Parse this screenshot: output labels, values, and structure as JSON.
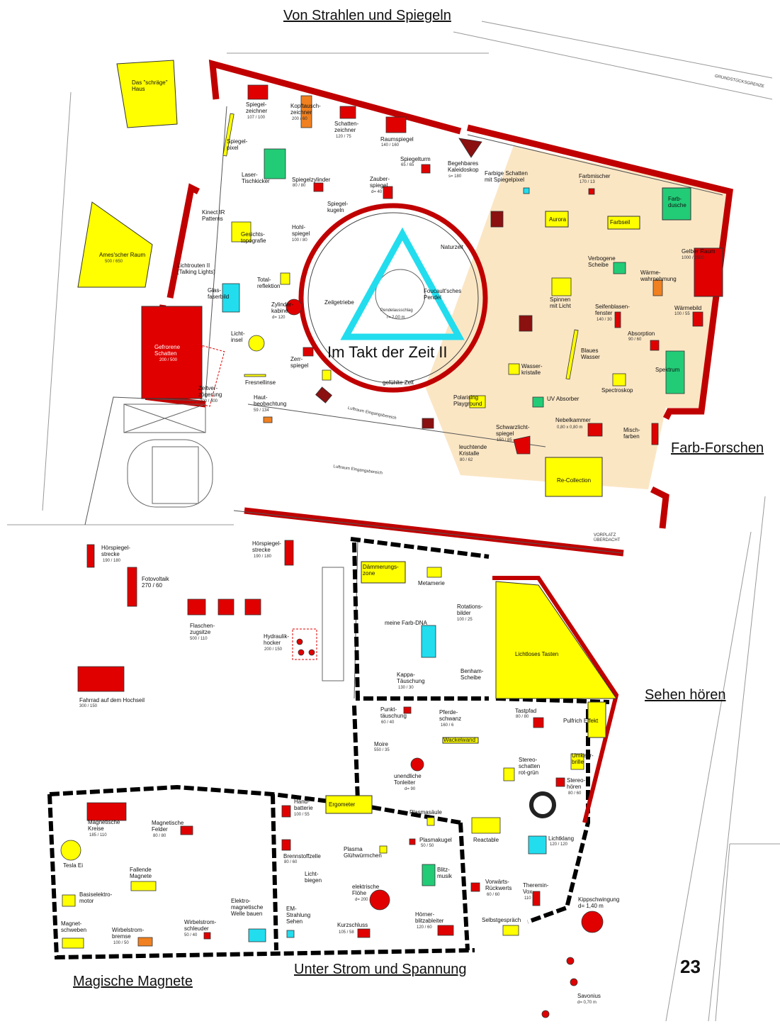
{
  "zones": {
    "strahlen": "Von Strahlen und Spiegeln",
    "farb": "Farb-Forschen",
    "sehen": "Sehen hören",
    "strom": "Unter Strom und Spannung",
    "magnete": "Magische Magnete",
    "takt": "Im Takt der Zeit II",
    "page": "23"
  },
  "rooms": {
    "schraege": "Das \"schräge\"\nHaus",
    "ames": "Ames'scher Raum",
    "ames_dim": "500 / 650",
    "gefrorene": "Gefrorene\nSchatten",
    "gefrorene_dim": "200 / 500",
    "lichtlos": "Lichtloses Tasten",
    "recollection": "Re-Collection",
    "farbdusche": "Farb-\ndusche",
    "farbseil": "Farbseil",
    "aurora": "Aurora",
    "gelber": "Gelber Raum",
    "gelber_dim": "1000 / 2500",
    "ergometer": "Ergometer",
    "daemmerung": "Dämmerungs-\nzone",
    "wackelwand": "Wackelwand"
  },
  "labels": {
    "spiegelzeichner": "Spiegel-\nzeichner",
    "spiegelzeichner_d": "107 / 100",
    "kopftausch": "Kopftausch-\nzeichner",
    "kopftausch_d": "200 / 60",
    "schattenzeichner": "Schatten-\nzeichner",
    "schattenzeichner_d": "120 / 75",
    "raumspiegel": "Raumspiegel",
    "raumspiegel_d": "140 / 160",
    "spiegelturm": "Spiegelturm",
    "spiegelturm_d": "65 / 65",
    "kaleidoskop": "Begehbares\nKaleidoskop",
    "kaleidoskop_d": "s= 180",
    "spiegelpixel": "Spiegel-\npixel",
    "laser": "Laser-\nTischkicker",
    "spiegelzylinder": "Spiegelzylinder",
    "spiegelzylinder_d": "80 / 80",
    "zauberspiegel": "Zauber-\nspiegel",
    "zauberspiegel_d": "d= 40",
    "spiegelkugeln": "Spiegel-\nkugeln",
    "kinect": "Kinect IR\nPatterns",
    "gesichts": "Gesichts-\ntopografie",
    "hohlspiegel": "Hohl-\nspiegel",
    "hohlspiegel_d": "100 / 80",
    "lichtrouten": "Lichtrouten II\n(Talking Lights)",
    "total": "Total-\nreflektion",
    "glas": "Glas-\nfaserbild",
    "zylinderkabine": "Zylinder-\nkabine",
    "zylinderkabine_d": "d= 120",
    "lichtinsel": "Licht-\ninsel",
    "zerrspiegel": "Zerr-\nspiegel",
    "fresnel": "Fresnellinse",
    "zeitverz": "Zeitver-\nzögerung",
    "zeitverz_d": "200 / 400",
    "haut": "Haut-\nbeobachtung",
    "haut_d": "59 / 134",
    "zeilgetriebe": "Zeilgetriebe",
    "foucault": "Foucault'sches\nPendel",
    "pendel": "Pendelausschlag",
    "pendel_d": "r= 2,00 m",
    "naturzeit": "Naturzeit",
    "gefuehlte": "gefühlte Zeit",
    "luftraum": "Luftraum Eingangsbereich",
    "luftraum2": "Luftraum Eingangsbereich",
    "farbige": "Farbige Schatten\nmit Spiegelpixel",
    "farbmischer": "Farbmischer",
    "farbmischer_d": "170 / 13",
    "verbogene": "Verbogene\nScheibe",
    "waerme": "Wärme-\nwahrnehmung",
    "spinnen": "Spinnen\nmit Licht",
    "seifen": "Seifenblasen-\nfenster",
    "seifen_d": "140 / 30",
    "waermebild": "Wärmebild",
    "waermebild_d": "100 / 55",
    "absorption": "Absorption",
    "absorption_d": "90 / 60",
    "blaues": "Blaues\nWasser",
    "spektrum": "Spektrum",
    "wasser": "Wasser-\nkristalle",
    "spectroskop": "Spectroskop",
    "uv": "UV Absorber",
    "polarising": "Polarising\nPlayground",
    "nebel": "Nebelkammer",
    "nebel_d": "0,80 x 0,80 m",
    "schwarz": "Schwarzlicht-\nspiegel",
    "schwarz_d": "150 / 85",
    "leuchtende": "leuchtende\nKristalle",
    "leuchtende_d": "80 / 62",
    "misch": "Misch-\nfarben",
    "hoer1": "Hörspiegel-\nstrecke",
    "hoer1_d": "190 / 180",
    "hoer2": "Hörspiegel-\nstrecke",
    "hoer2_d": "190 / 180",
    "foto": "Fotovoltaik\n270 / 60",
    "flaschen": "Flaschen-\nzugsitze",
    "flaschen_d": "500 / 110",
    "hydraulik": "Hydraulik-\nhocker",
    "hydraulik_d": "200 / 150",
    "fahrrad": "Fahrrad auf dem Hochseil",
    "fahrrad_d": "300 / 150",
    "metamerie": "Metamerie",
    "rotations": "Rotations-\nbilder",
    "rotations_d": "100 / 25",
    "farbdna": "meine Farb-DNA",
    "kappa": "Kappa-\nTäuschung",
    "kappa_d": "130 / 30",
    "benham": "Benham-\nScheibe",
    "punkt": "Punkt-\ntäuschung",
    "punkt_d": "60 / 40",
    "pferde": "Pferde-\nschwanz",
    "pferde_d": "160 / 6",
    "tastpfad": "Tastpfad",
    "tastpfad_d": "80 / 80",
    "pulfrich": "Pulfrich Effekt",
    "moire": "Moire",
    "moire_d": "550 / 35",
    "tonleiter": "unendliche\nTonleiter",
    "tonleiter_d": "d= 90",
    "stereoschatten": "Stereo-\nschatten\nrot-grün",
    "umkehr": "Umkehr-\nbrille",
    "stereohoeren": "Stereo-\nhören",
    "stereohoeren_d": "80 / 60",
    "magkreise": "Magnetische\nKreise",
    "magkreise_d": "185 / 110",
    "magfelder": "Magnetische\nFelder",
    "magfelder_d": "80 / 80",
    "handbatterie": "Hand-\nbatterie",
    "handbatterie_d": "100 / 55",
    "plasmasaeule": "Plasmasäule",
    "plasmakugel": "Plasmakugel",
    "plasmakugel_d": "50 / 50",
    "reactable": "Reactable",
    "lichtklang": "Lichtklang",
    "lichtklang_d": "120 / 120",
    "tesla": "Tesla Ei",
    "brennstoff": "Brennstoffzelle",
    "brennstoff_d": "80 / 60",
    "gluehwuermchen": "Plasma\nGlühwürmchen",
    "fallende": "Fallende\nMagnete",
    "lichtbiegen": "Licht-\nbiegen",
    "flohe": "elektrische\nFlöhe",
    "flohe_d": "d= 200",
    "blitzmusik": "Blitz-\nmusik",
    "vorwaerts": "Vorwärts-\nRückwerts",
    "vorwaerts_d": "60 / 60",
    "theremin": "Theremin-\nVox",
    "theremin_d": "110",
    "basis": "Basiselektro-\nmotor",
    "elektromag": "Elektro-\nmagnetische\nWelle bauen",
    "em": "EM-\nStrahlung\nSehen",
    "kipp": "Kippschwingung\nd= 1,40 m",
    "schweben": "Magnet-\nschweben",
    "wirbelbremse": "Wirbelstrom-\nbremse",
    "wirbelbremse_d": "100 / 50",
    "wirbelschleuder": "Wirbelstrom-\nschleuder",
    "wirbelschleuder_d": "50 / 40",
    "kurzschluss": "Kurzschluss",
    "kurzschluss_d": "105 / 58",
    "hoerner": "Hörner-\nblitzableiter",
    "hoerner_d": "120 / 60",
    "selbst": "Selbstgespräch",
    "savonius": "Savonius",
    "savonius_d": "d= 0,70 m",
    "vorplatz": "VORPLATZ\nÜBERDACHT",
    "grund": "GRUNDSTÜCKSGRENZE"
  },
  "colors": {
    "wall": "#c00000",
    "yellow": "#ffff00",
    "red": "#e00000",
    "green": "#22cc77",
    "cyan": "#22ddee",
    "orange": "#f08020",
    "beige": "#fbe6c4",
    "darkred": "#8b0000"
  }
}
